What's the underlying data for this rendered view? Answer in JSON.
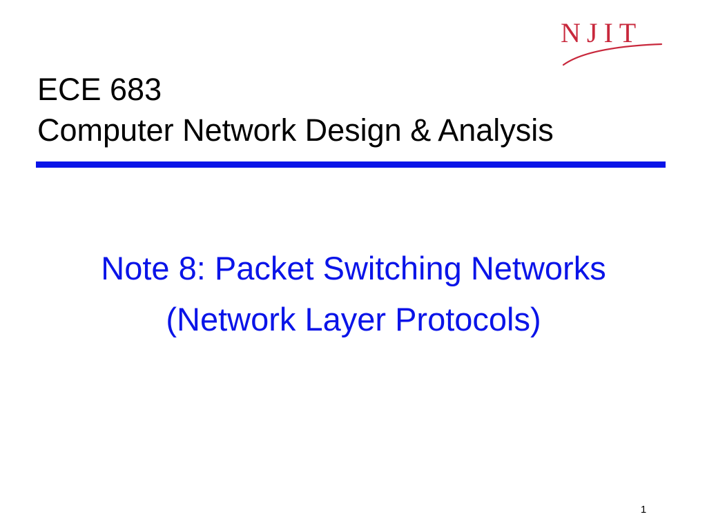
{
  "logo": {
    "text": "NJIT",
    "color": "#c8283c"
  },
  "course": {
    "line1": "ECE 683",
    "line2": "Computer Network Design & Analysis"
  },
  "divider": {
    "color": "#0a14e8"
  },
  "note": {
    "line1": "Note 8: Packet Switching Networks",
    "line2": "(Network Layer Protocols)",
    "color": "#0a14e8"
  },
  "page": {
    "number": "1"
  }
}
